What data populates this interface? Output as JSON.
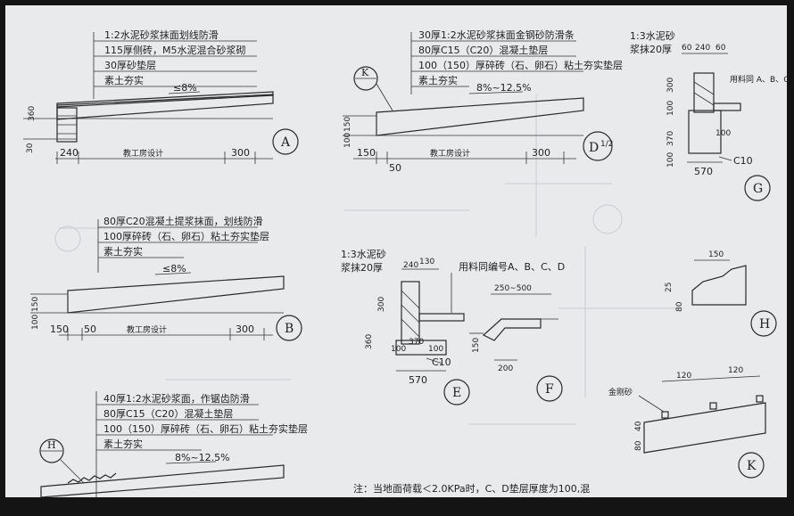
{
  "detail_A": {
    "notes": [
      "1:2水泥砂浆抹面划线防滑",
      "115厚侧砖，M5水泥混合砂浆砌",
      "30厚砂垫层",
      "素土夯实"
    ],
    "slope": "≤8%",
    "dims": [
      "360",
      "30",
      "240",
      "教工房设计",
      "300"
    ],
    "label": "A"
  },
  "detail_B": {
    "notes": [
      "80厚C20混凝土提浆抹面，划线防滑",
      "100厚碎砖（石、卵石）粘土夯实垫层",
      "素土夯实"
    ],
    "slope": "≤8%",
    "dims": [
      "150",
      "100",
      "150",
      "50",
      "教工房设计",
      "300"
    ],
    "label": "B"
  },
  "detail_bottom": {
    "notes": [
      "40厚1:2水泥砂浆面，作锯齿防滑",
      "80厚C15（C20）混凝土垫层",
      "100（150）厚碎砖（石、卵石）粘土夯实垫层",
      "素土夯实"
    ],
    "slope": "8%~12.5%",
    "marker": "H"
  },
  "detail_D": {
    "notes": [
      "30厚1:2水泥砂浆抹面金钢砂防滑条",
      "80厚C15（C20）混凝土垫层",
      "100（150）厚碎砖（石、卵石）粘土夯实垫层",
      "素土夯实"
    ],
    "slope": "8%~12.5%",
    "marker": "K",
    "dims": [
      "150",
      "100",
      "150",
      "50",
      "教工房设计",
      "300"
    ],
    "label": "D",
    "label_sub": "1/2"
  },
  "detail_E": {
    "notes": [
      "1:3水泥砂",
      "浆抹20厚",
      "用料同编号A、B、C、D"
    ],
    "dims": [
      "240",
      "130",
      "300",
      "360",
      "100",
      "370",
      "100",
      "570"
    ],
    "part": "C10",
    "label": "E"
  },
  "detail_F": {
    "dims": [
      "250~500",
      "150",
      "200"
    ],
    "label": "F"
  },
  "detail_G": {
    "notes": [
      "1:3水泥砂",
      "浆抹20厚",
      "用料同 A、B、C、D"
    ],
    "dims": [
      "60",
      "240",
      "60",
      "300",
      "100",
      "370",
      "100",
      "100",
      "570"
    ],
    "part": "C10",
    "label": "G"
  },
  "detail_H": {
    "dims": [
      "150",
      "25",
      "80"
    ],
    "label": "H"
  },
  "detail_K": {
    "notes": [
      "金刚砂"
    ],
    "dims": [
      "120",
      "120",
      "40",
      "80"
    ],
    "label": "K"
  },
  "footnote": "注：当地面荷载＜2.0KPa时，C、D垫层厚度为100,混"
}
